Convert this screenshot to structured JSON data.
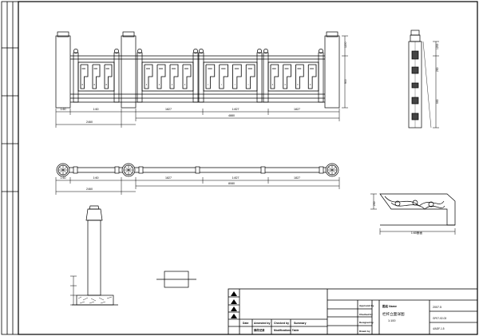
{
  "elevation": {
    "dims_top_row": [
      "1:60",
      "1:60",
      "1827",
      "1:827",
      "1827"
    ],
    "dims_bottom_row": [
      "2460",
      "4880"
    ],
    "height_dims": [
      "1200",
      "900"
    ]
  },
  "plan": {
    "dims_top_row": [
      "1:60",
      "1:60",
      "1827",
      "1:827",
      "1827"
    ],
    "dims_bottom_row": [
      "2460",
      "8080"
    ]
  },
  "side_view": {
    "height_dims": [
      "1200",
      "250",
      "900"
    ]
  },
  "handrail_section": {
    "height_dim": "230",
    "width_dim": "1:60断面"
  },
  "title_block": {
    "revision_header": [
      "Date",
      "Amended by",
      "Checked by",
      "Summary"
    ],
    "revision_footer": [
      "修改记录",
      "Modifications Table"
    ],
    "approval_labels": [
      "Approved by",
      "Checked by",
      "Designed by",
      "Drawn by"
    ],
    "project_label": "图名 Name",
    "drawing_title": "栏杆立面详图",
    "scale": "1:100",
    "sheet_no": "2007.5",
    "codes": [
      "GF07-02-03",
      "4/ADF-1.5"
    ]
  }
}
